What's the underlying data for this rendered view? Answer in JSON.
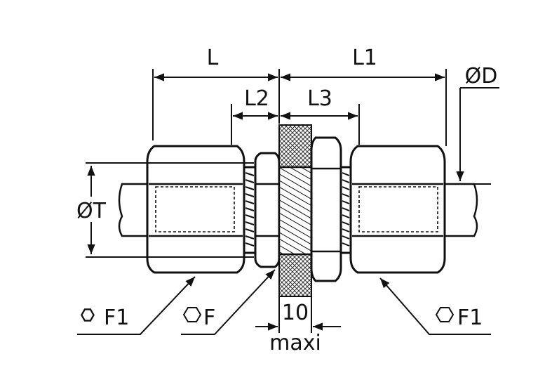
{
  "labels": {
    "L": "L",
    "L1": "L1",
    "L2": "L2",
    "L3": "L3",
    "OD": "ØD",
    "OT": "ØT",
    "F1_left": "F1",
    "F": "F",
    "F1_right": "F1",
    "panel_thickness": "10",
    "maxi": "maxi"
  },
  "icons": {
    "hex": "hexagon-icon"
  },
  "colors": {
    "line": "#111111",
    "background": "#ffffff"
  }
}
